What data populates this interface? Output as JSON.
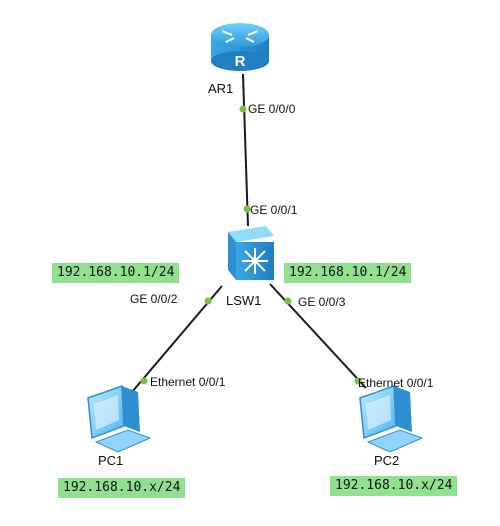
{
  "colors": {
    "link": "#1a1a1a",
    "port_dot": "#7bc043",
    "ip_bg": "#90e090",
    "device_blue": "#3aa7e6"
  },
  "devices": {
    "router": {
      "name": "AR1",
      "icon": "router-icon",
      "glyph": "R"
    },
    "switch": {
      "name": "LSW1",
      "icon": "switch-icon"
    },
    "pc1": {
      "name": "PC1",
      "icon": "pc-icon"
    },
    "pc2": {
      "name": "PC2",
      "icon": "pc-icon"
    }
  },
  "ports": {
    "ar1_ge000": "GE 0/0/0",
    "lsw1_ge001": "GE 0/0/1",
    "lsw1_ge002": "GE 0/0/2",
    "lsw1_ge003": "GE 0/0/3",
    "pc1_eth": "Ethernet 0/0/1",
    "pc2_eth": "Ethernet 0/0/1"
  },
  "ip_labels": {
    "left_gateway": "192.168.10.1/24",
    "right_gateway": "192.168.10.1/24",
    "pc1_subnet": "192.168.10.x/24",
    "pc2_subnet": "192.168.10.x/24"
  }
}
